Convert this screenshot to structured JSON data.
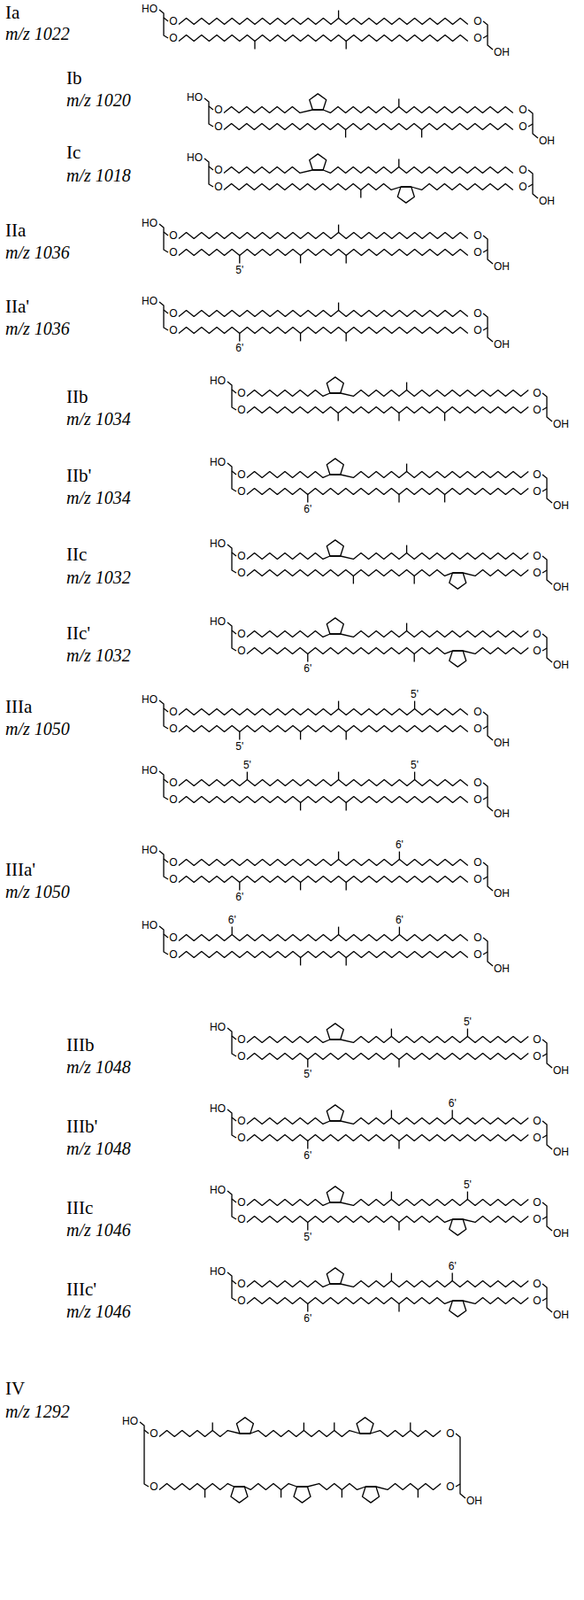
{
  "diagram": {
    "labels": [
      "Ia",
      "m/z 1022",
      "HO",
      "O",
      "O",
      "O",
      "O",
      "OH",
      "Ib",
      "m/z 1020",
      "HO",
      "O",
      "O",
      "O",
      "O",
      "OH",
      "Ic",
      "m/z 1018",
      "HO",
      "O",
      "O",
      "O",
      "O",
      "OH",
      "IIa",
      "m/z 1036",
      "HO",
      "O",
      "O",
      "O",
      "O",
      "OH",
      "5'",
      "IIa'",
      "m/z 1036",
      "HO",
      "O",
      "O",
      "O",
      "O",
      "OH",
      "6'",
      "IIb",
      "m/z 1034",
      "HO",
      "O",
      "O",
      "O",
      "O",
      "OH",
      "IIb'",
      "m/z 1034",
      "HO",
      "O",
      "O",
      "O",
      "O",
      "OH",
      "6'",
      "IIc",
      "m/z 1032",
      "HO",
      "O",
      "O",
      "O",
      "O",
      "OH",
      "IIc'",
      "m/z 1032",
      "HO",
      "O",
      "O",
      "O",
      "O",
      "OH",
      "6'",
      "IIIa",
      "m/z 1050",
      "HO",
      "O",
      "O",
      "O",
      "O",
      "OH",
      "5'",
      "5'",
      "HO",
      "O",
      "O",
      "O",
      "O",
      "OH",
      "5'",
      "5'",
      "IIIa'",
      "m/z 1050",
      "HO",
      "O",
      "O",
      "O",
      "O",
      "OH",
      "6'",
      "6'",
      "HO",
      "O",
      "O",
      "O",
      "O",
      "OH",
      "6'",
      "6'",
      "IIIb",
      "m/z 1048",
      "HO",
      "O",
      "O",
      "O",
      "O",
      "OH",
      "5'",
      "5'",
      "IIIb'",
      "m/z 1048",
      "HO",
      "O",
      "O",
      "O",
      "O",
      "OH",
      "6'",
      "6'",
      "IIIc",
      "m/z 1046",
      "HO",
      "O",
      "O",
      "O",
      "O",
      "OH",
      "5'",
      "5'",
      "IIIc'",
      "m/z 1046",
      "HO",
      "O",
      "O",
      "O",
      "O",
      "OH",
      "6'",
      "6'",
      "IV",
      "m/z 1292",
      "HO",
      "O",
      "O",
      "O",
      "O",
      "OH"
    ]
  }
}
